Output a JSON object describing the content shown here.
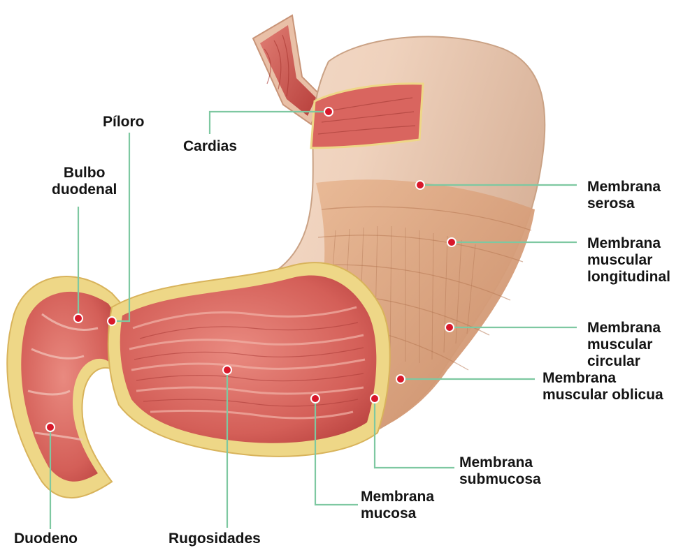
{
  "colors": {
    "leader_line": "#7ec8a1",
    "marker_dot": "#d8182b",
    "label_text": "#141414",
    "serosa": "#efd6c3",
    "mucosa": "#d9655f",
    "muscle": "#dca27f",
    "submucosa_rim": "#eed787"
  },
  "labels": {
    "cardias": "Cardias",
    "piloro": "Píloro",
    "bulbo": [
      "Bulbo",
      "duodenal"
    ],
    "duodeno": "Duodeno",
    "rugosidades": "Rugosidades",
    "serosa": [
      "Membrana",
      "serosa"
    ],
    "longitudinal": [
      "Membrana",
      "muscular",
      "longitudinal"
    ],
    "circular": [
      "Membrana",
      "muscular",
      "circular"
    ],
    "oblicua": [
      "Membrana",
      "muscular oblicua"
    ],
    "submucosa": [
      "Membrana",
      "submucosa"
    ],
    "mucosa": [
      "Membrana",
      "mucosa"
    ]
  }
}
